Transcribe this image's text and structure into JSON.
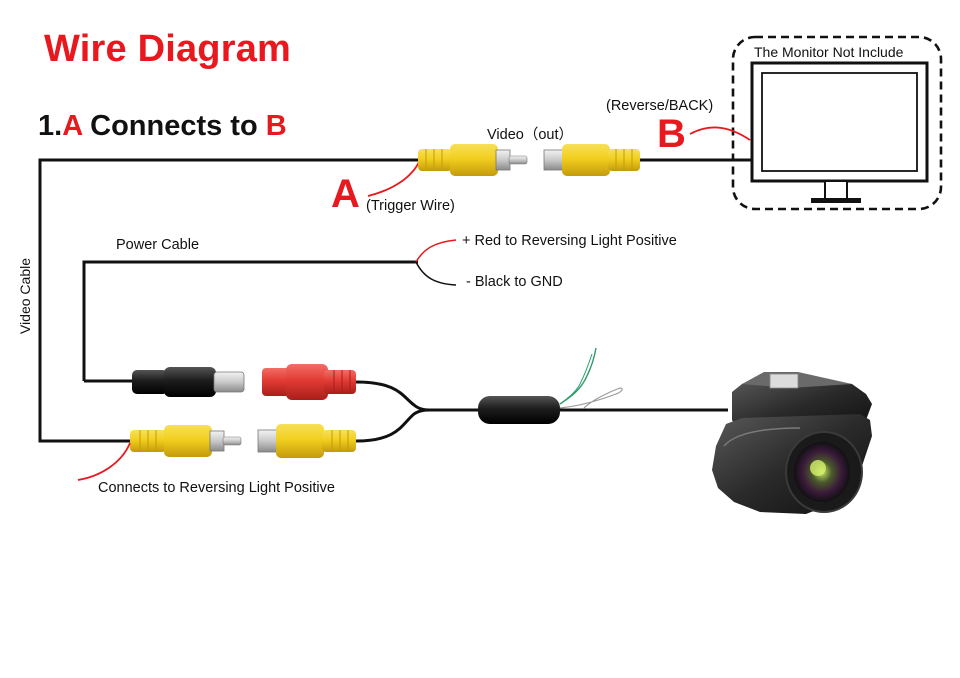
{
  "title": "Wire Diagram",
  "subtitle": {
    "prefix": "1.",
    "a": "A",
    "middle": " Connects to ",
    "b": "B"
  },
  "monitor_note": "The Monitor Not Include",
  "labels": {
    "video_out": "Video（out）",
    "reverse_back": "(Reverse/BACK)",
    "marker_a": "A",
    "trigger_wire": "(Trigger Wire)",
    "marker_b": "B",
    "power_cable": "Power Cable",
    "red_note": "+ Red to Reversing Light Positive",
    "black_note": "- Black to GND",
    "reversing_note": "Connects to Reversing Light Positive",
    "video_cable": "Video Cable"
  },
  "colors": {
    "accent_red": "#e8191e",
    "rca_yellow": "#f2cf1f",
    "dc_red": "#e23b34",
    "dc_black": "#1d1d1d",
    "wire_black": "#111111",
    "green_wire": "#2e9d6a"
  }
}
